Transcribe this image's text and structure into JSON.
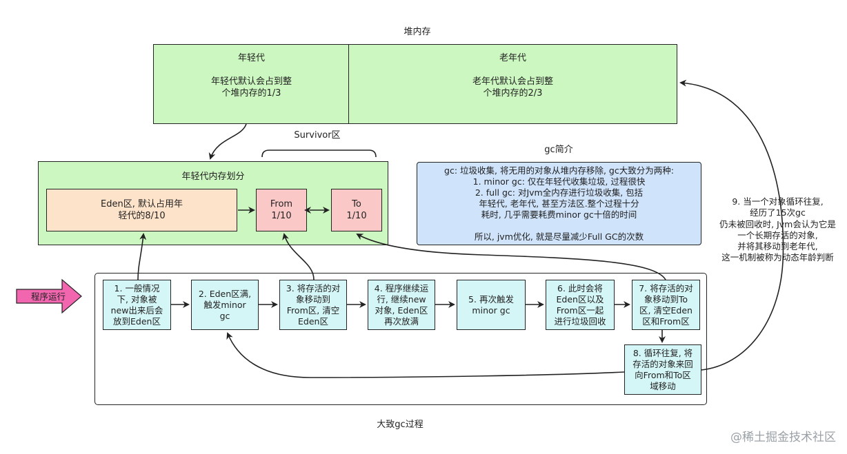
{
  "heap": {
    "title": "堆内存",
    "young": {
      "title": "年轻代",
      "desc": "年轻代默认会占到整\n个堆内存的1/3"
    },
    "old": {
      "title": "老年代",
      "desc": "老年代默认会占到整\n个堆内存的2/3"
    }
  },
  "survivor_label": "Survivor区",
  "young_division": {
    "title": "年轻代内存划分",
    "eden": "Eden区, 默认占用年\n轻代的8/10",
    "from": "From\n1/10",
    "to": "To\n1/10"
  },
  "gc_intro": {
    "title": "gc简介",
    "text": "gc: 垃圾收集, 将无用的对象从堆内存移除, gc大致分为两种:\n1. minor gc: 仅在年轻代收集垃圾, 过程很快\n2. full gc: 对Jvm全内存进行垃圾收集, 包括\n年轻代, 老年代, 甚至方法区.整个过程十分\n耗时, 几乎需要耗费minor gc十倍的时间\n\n所以, jvm优化, 就是尽量减少Full GC的次数"
  },
  "aging_note": "9. 当一个对象循环往复,\n经历了15次gc\n仍未被回收时, Jvm会认为它是\n一个长期存活的对象,\n并将其移动到老年代,\n这一机制被称为动态年龄判断",
  "program_run": "程序运行",
  "steps": [
    "1. 一般情况\n下, 对象被\nnew出来后会\n放到Eden区",
    "2. Eden区满,\n触发minor\ngc",
    "3. 将存活的对\n象移动到\nFrom区, 清空\nEden区",
    "4. 程序继续运\n行, 继续new\n对象, Eden区\n再次放满",
    "5. 再次触发\nminor gc",
    "6. 此时会将\nEden区以及\nFrom区一起\n进行垃圾回收",
    "7. 将存活的对\n象移动到To\n区, 清空Eden\n区和From区",
    "8. 循环往复, 将\n存活的对象来回\n向From和To区\n域移动"
  ],
  "process_title": "大致gc过程",
  "watermark": "@稀土掘金技术社区",
  "colors": {
    "green": "#ccf7c0",
    "orange": "#fde3c9",
    "pink": "#fbc8c8",
    "blue": "#cfe3fb",
    "cyan": "#d5f6f7",
    "arrow_pink": "#f266b0"
  }
}
